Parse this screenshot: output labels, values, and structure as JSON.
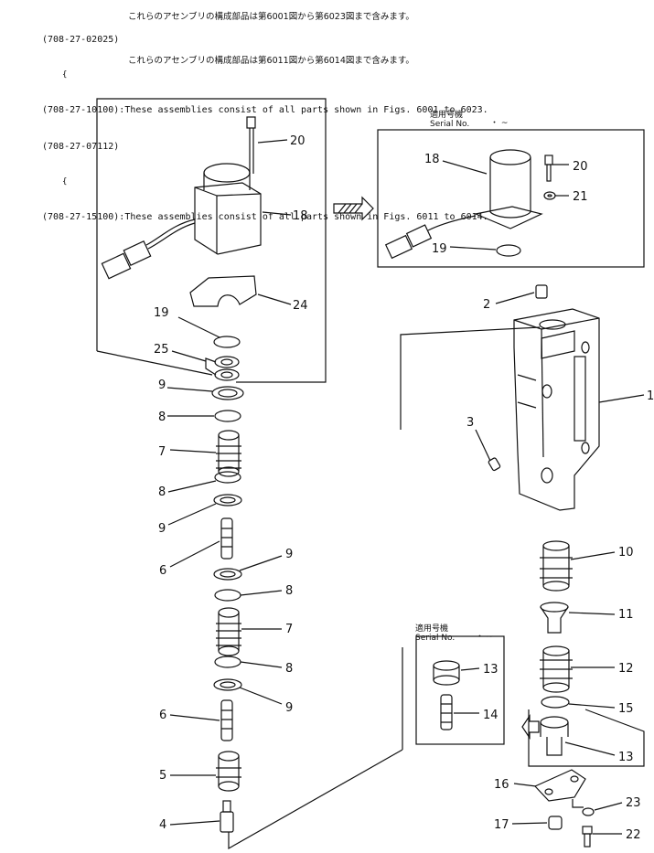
{
  "header": {
    "line1_code": "(708-27-02025)",
    "line1_jp": "これらのアセンブリの構成部品は第6001図から第6023図まで含みます。",
    "line2_code": "(708-27-10100)",
    "line2_en": "These assemblies consist of all parts shown in Figs. 6001 to 6023.",
    "line3_code": "(708-27-07112)",
    "line3_jp": "これらのアセンブリの構成部品は第6011図から第6014図まで含みます。",
    "line4_code": "(708-27-15100)",
    "line4_en": "These assemblies consist of all parts shown in Figs. 6011 to 6014.",
    "brace": "{"
  },
  "serial_box_top": {
    "jp": "適用号機",
    "en": "Serial No.",
    "range": "・ ~"
  },
  "serial_box_bottom": {
    "jp": "適用号機",
    "en": "Serial No.",
    "range": "・ ~"
  },
  "labels": {
    "l20a": "20",
    "l18a": "18",
    "l24": "24",
    "l19a": "19",
    "l25": "25",
    "l9a": "9",
    "l8a": "8",
    "l7a": "7",
    "l8b": "8",
    "l9b": "9",
    "l6a": "6",
    "l9c": "9",
    "l8c": "8",
    "l7b": "7",
    "l8d": "8",
    "l9d": "9",
    "l6b": "6",
    "l5": "5",
    "l4": "4",
    "l18b": "18",
    "l20b": "20",
    "l21": "21",
    "l19b": "19",
    "l2": "2",
    "l1": "1",
    "l3": "3",
    "l10": "10",
    "l11": "11",
    "l12": "12",
    "l15": "15",
    "l13a": "13",
    "l13b": "13",
    "l14": "14",
    "l16": "16",
    "l17": "17",
    "l23": "23",
    "l22": "22"
  }
}
